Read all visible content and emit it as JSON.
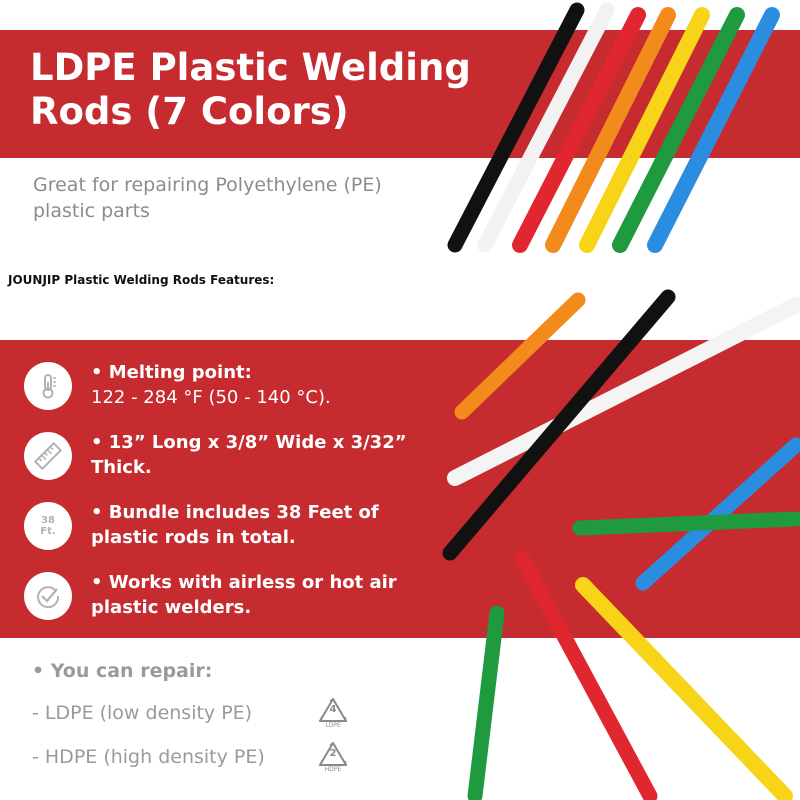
{
  "header": {
    "title": "LDPE Plastic Welding Rods (7 Colors)",
    "subtitle": "Great for repairing Polyethylene (PE) plastic parts"
  },
  "features_heading": "JOUNJIP Plastic Welding Rods Features:",
  "features": [
    {
      "icon": "thermometer-icon",
      "heading": "• Melting point:",
      "detail": "122 - 284 °F (50 - 140 °C)."
    },
    {
      "icon": "ruler-icon",
      "heading": "• 13” Long x 3/8” Wide x 3/32” Thick.",
      "detail": ""
    },
    {
      "icon": "length-badge-icon",
      "badge": [
        "38",
        "Ft."
      ],
      "heading": "• Bundle includes 38 Feet of plastic rods in total.",
      "detail": ""
    },
    {
      "icon": "checkmark-icon",
      "heading": "• Works with airless or hot air plastic welders.",
      "detail": ""
    }
  ],
  "repair": {
    "title": "• You can repair:",
    "items": [
      {
        "label": "- LDPE (low density PE)",
        "code": "4",
        "code_label": "LDPE"
      },
      {
        "label": "- HDPE (high density PE)",
        "code": "2",
        "code_label": "HDPE"
      }
    ]
  },
  "colors": {
    "band": "#c62b2f",
    "rods": [
      "#111111",
      "#f2f2f2",
      "#e0262f",
      "#f28a1c",
      "#f7d417",
      "#1f9a3e",
      "#2a8de0"
    ]
  }
}
